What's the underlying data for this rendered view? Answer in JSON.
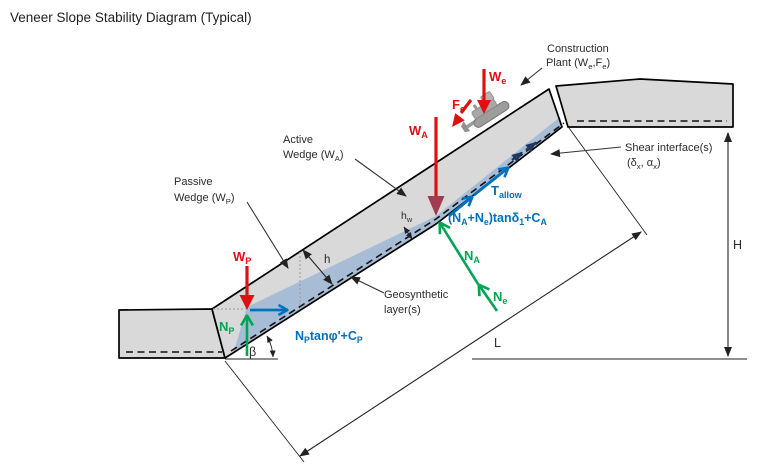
{
  "title": "Veneer Slope Stability Diagram (Typical)",
  "colors": {
    "red": "#e01010",
    "dark_red_arrowhead": "#a23c50",
    "green": "#00a651",
    "blue": "#0070c0",
    "navy": "#1f3864",
    "band_blue": "#a7bdd6",
    "ground_gray": "#d9d9d9",
    "machine_gray": "#a6a6a6",
    "text": "#2b2b2b"
  },
  "annotations": {
    "construction_plant": {
      "line1": "Construction",
      "line2": [
        {
          "t": "Plant (W"
        },
        {
          "t": "e",
          "sub": true
        },
        {
          "t": ",F"
        },
        {
          "t": "e",
          "sub": true
        },
        {
          "t": ")"
        }
      ]
    },
    "shear_interface": {
      "line1": "Shear interface(s)",
      "line2": [
        {
          "t": "(δ"
        },
        {
          "t": "x",
          "sub": true
        },
        {
          "t": ", α"
        },
        {
          "t": "x",
          "sub": true
        },
        {
          "t": ")"
        }
      ]
    },
    "active_wedge": {
      "line1": "Active",
      "line2": [
        {
          "t": "Wedge (W"
        },
        {
          "t": "A",
          "sub": true
        },
        {
          "t": ")"
        }
      ]
    },
    "passive_wedge": {
      "line1": "Passive",
      "line2": [
        {
          "t": "Wedge (W"
        },
        {
          "t": "P",
          "sub": true
        },
        {
          "t": ")"
        }
      ]
    },
    "geosynthetic": {
      "line1": "Geosynthetic",
      "line2": "layer(s)"
    }
  },
  "forces": {
    "wp": [
      {
        "t": "W"
      },
      {
        "t": "P",
        "sub": true
      }
    ],
    "np": [
      {
        "t": "N"
      },
      {
        "t": "P",
        "sub": true
      }
    ],
    "wa": [
      {
        "t": "W"
      },
      {
        "t": "A",
        "sub": true
      }
    ],
    "na": [
      {
        "t": "N"
      },
      {
        "t": "A",
        "sub": true
      }
    ],
    "ne": [
      {
        "t": "N"
      },
      {
        "t": "e",
        "sub": true
      }
    ],
    "we": [
      {
        "t": "W"
      },
      {
        "t": "e",
        "sub": true
      }
    ],
    "fe": [
      {
        "t": "F"
      },
      {
        "t": "e",
        "sub": true
      }
    ],
    "t_allow": [
      {
        "t": "T"
      },
      {
        "t": "allow",
        "sub": true
      }
    ]
  },
  "equations": {
    "active_interface": [
      {
        "t": "(N"
      },
      {
        "t": "A",
        "sub": true
      },
      {
        "t": "+N"
      },
      {
        "t": "e",
        "sub": true
      },
      {
        "t": ")tanδ"
      },
      {
        "t": "1",
        "sub": true
      },
      {
        "t": "+C"
      },
      {
        "t": "A",
        "sub": true
      }
    ],
    "passive_interface": [
      {
        "t": "N"
      },
      {
        "t": "P",
        "sub": true
      },
      {
        "t": "tanφ'+C"
      },
      {
        "t": "P",
        "sub": true
      }
    ]
  },
  "dimensions": {
    "height": "H",
    "length": "L",
    "thickness": "h",
    "water_head": [
      {
        "t": "h"
      },
      {
        "t": "w",
        "sub": true
      }
    ],
    "slope_angle": "β"
  }
}
